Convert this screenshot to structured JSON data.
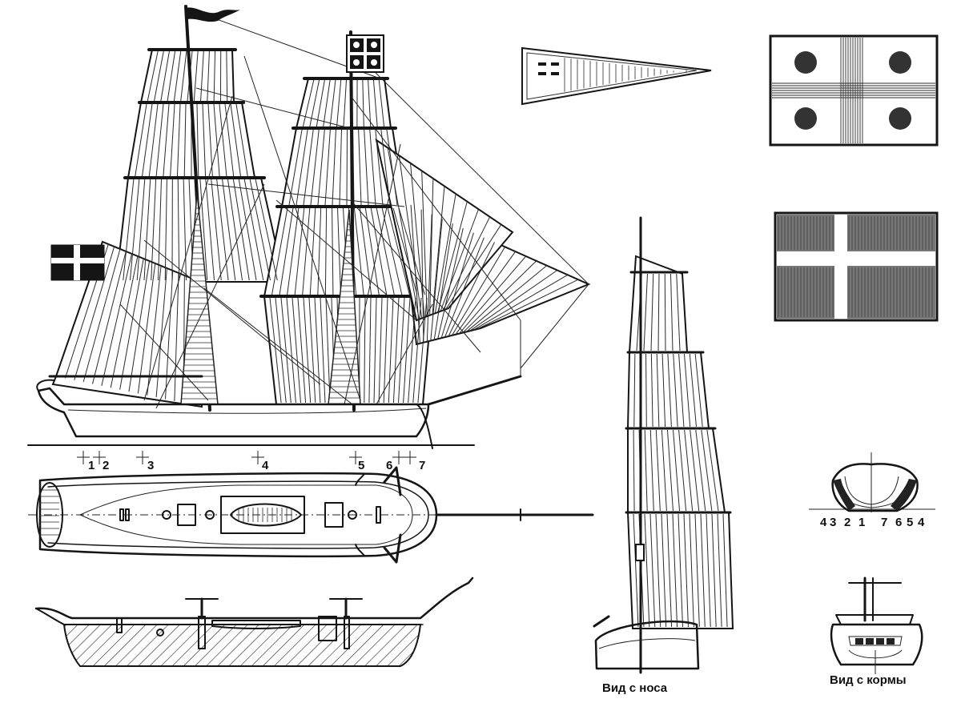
{
  "station_marks": [
    "1",
    "2",
    "3",
    "4",
    "5",
    "6",
    "7"
  ],
  "section_numbers": {
    "left": [
      "4",
      "3",
      "2",
      "1"
    ],
    "right": [
      "7",
      "6",
      "5",
      "4"
    ]
  },
  "captions": {
    "bow_view": "Вид с носа",
    "stern_view": "Вид с кормы"
  }
}
